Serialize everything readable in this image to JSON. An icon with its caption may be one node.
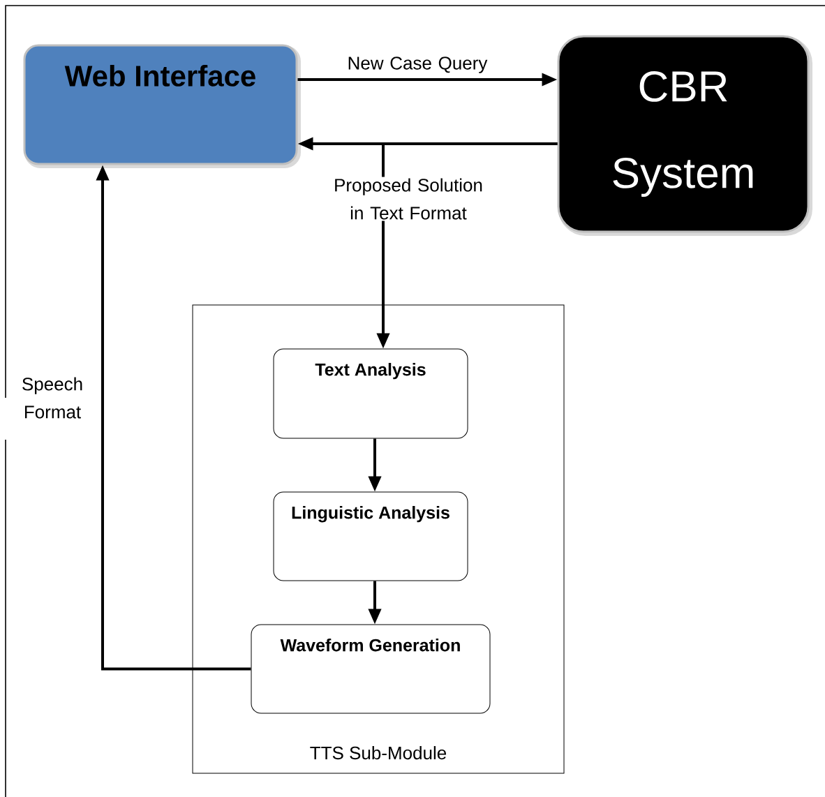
{
  "diagram": {
    "nodes": [
      {
        "text": [
          "Web Interface"
        ]
      },
      {
        "text": [
          "CBR System"
        ]
      },
      {
        "text": [
          "TTS Sub-Module"
        ]
      },
      {
        "text": [
          "Text Analysis"
        ],
        "in": 2
      },
      {
        "text": [
          "Linguistic Analysis"
        ],
        "in": 2
      },
      {
        "text": [
          "Waveform Generation"
        ],
        "in": 2
      }
    ],
    "edges": [
      {
        "from": 0,
        "to": 1,
        "arrow": "to",
        "label": "New Case Query"
      },
      {
        "from": 1,
        "to": 0,
        "arrow": "to"
      },
      {
        "from": 1,
        "to": 3,
        "arrow": "to",
        "label": "Proposed Solution in Text Format"
      },
      {
        "from": 3,
        "to": 4,
        "arrow": "to"
      },
      {
        "from": 4,
        "to": 5,
        "arrow": "to"
      },
      {
        "from": 5,
        "to": 0,
        "arrow": "to",
        "label": "Speech Format"
      }
    ]
  }
}
